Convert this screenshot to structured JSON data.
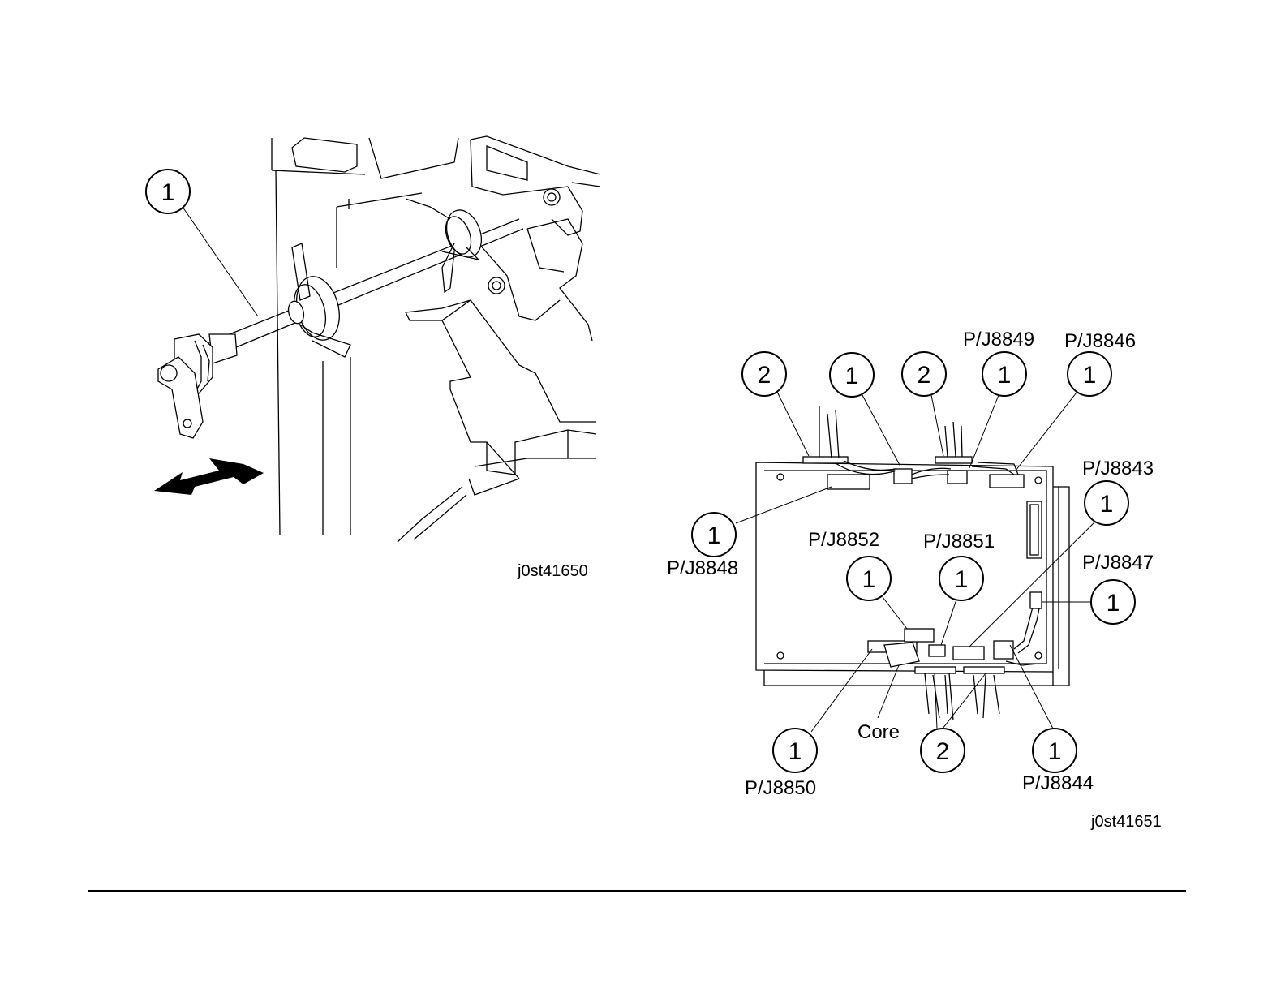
{
  "figures": [
    {
      "id": "j0st41650",
      "callouts": [
        "1"
      ]
    },
    {
      "id": "j0st41651",
      "callouts": [
        "2",
        "1",
        "2",
        "1",
        "1",
        "1",
        "1",
        "1",
        "1",
        "1",
        "1",
        "2",
        "1"
      ],
      "labels": {
        "pj8849": "P/J8849",
        "pj8846": "P/J8846",
        "pj8843": "P/J8843",
        "pj8848": "P/J8848",
        "pj8852": "P/J8852",
        "pj8851": "P/J8851",
        "pj8847": "P/J8847",
        "core": "Core",
        "pj8850": "P/J8850",
        "pj8844": "P/J8844"
      }
    }
  ]
}
